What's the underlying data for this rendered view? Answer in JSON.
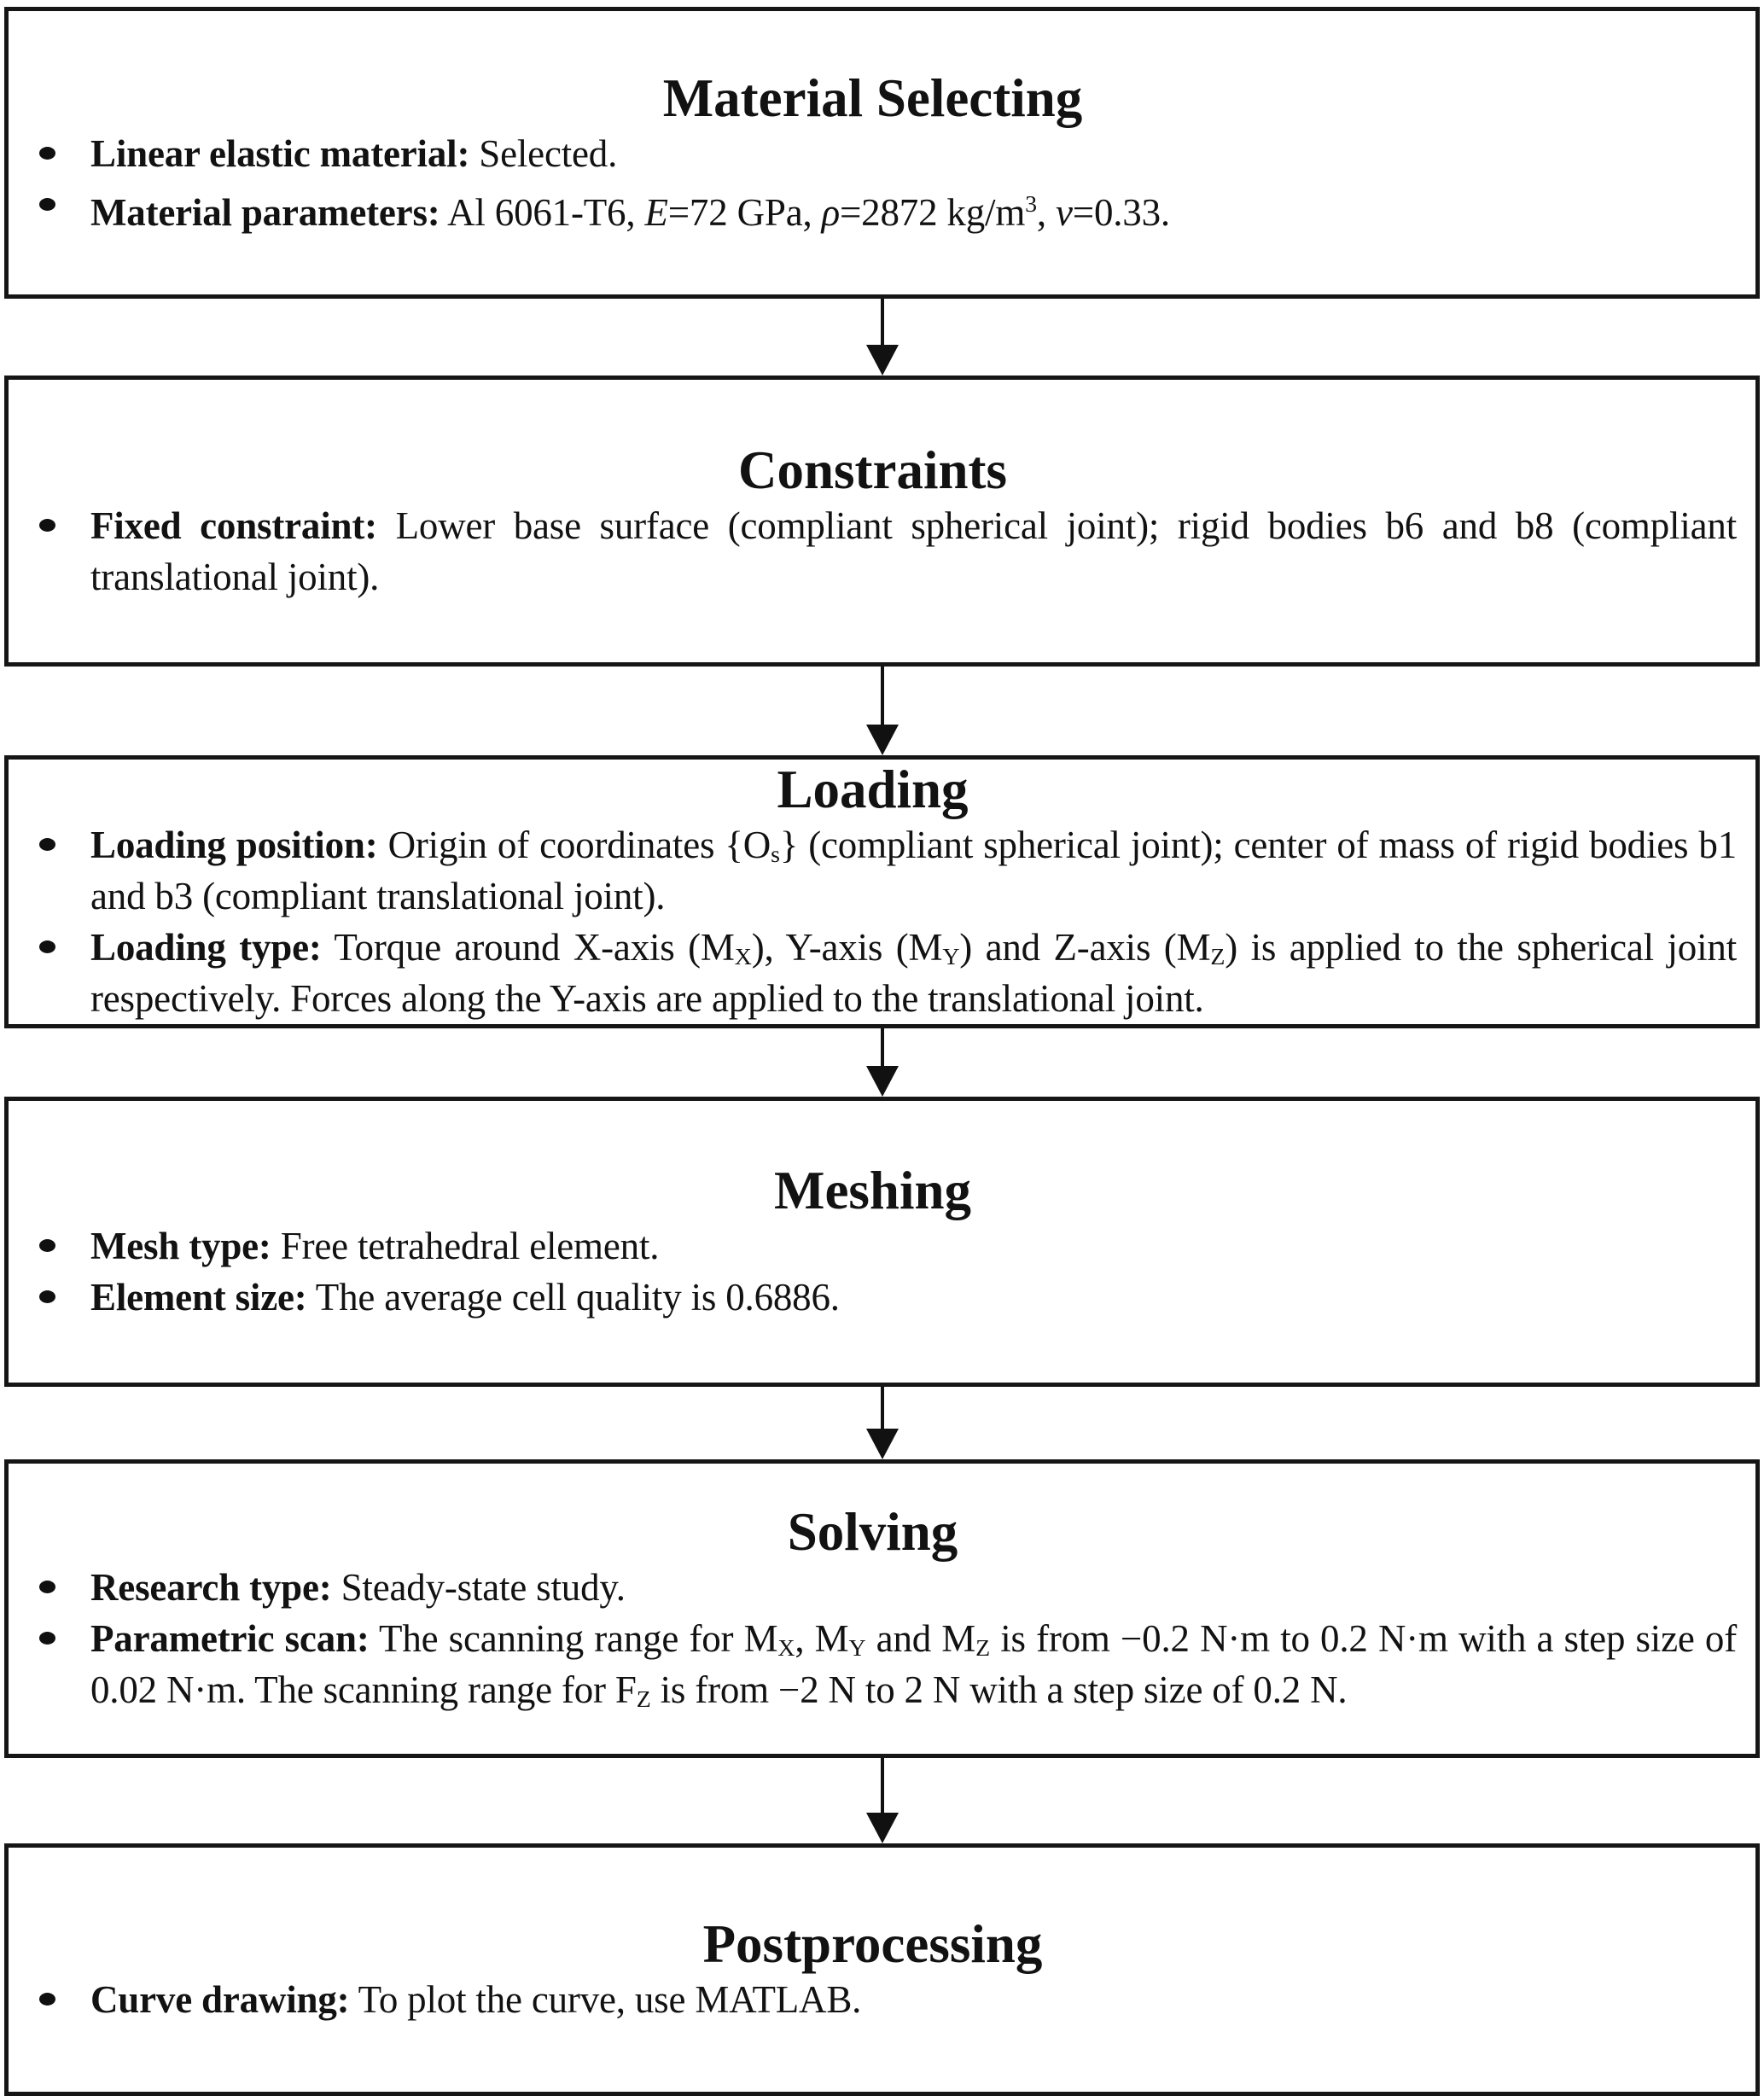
{
  "page": {
    "background": "#ffffff",
    "box_border_color": "#161616",
    "arrow_color": "#111111",
    "text_color": "#121212"
  },
  "flowchart": {
    "boxes": [
      {
        "title": "Material Selecting",
        "bullets": [
          {
            "segments": [
              {
                "t": "Linear elastic material:",
                "bold": true
              },
              {
                "t": " Selected."
              }
            ]
          },
          {
            "segments": [
              {
                "t": "Material parameters:",
                "bold": true
              },
              {
                "t": " Al 6061-T6, "
              },
              {
                "t": "E",
                "italic": true
              },
              {
                "t": "=72 GPa, "
              },
              {
                "t": "ρ",
                "italic": true
              },
              {
                "t": "=2872 kg/m"
              },
              {
                "t": "3",
                "sup": true
              },
              {
                "t": ", "
              },
              {
                "t": "ν",
                "italic": true
              },
              {
                "t": "=0.33."
              }
            ]
          }
        ]
      },
      {
        "title": "Constraints",
        "bullets": [
          {
            "segments": [
              {
                "t": "Fixed constraint:",
                "bold": true
              },
              {
                "t": " Lower base surface (compliant spherical joint); rigid bodies b6 and b8 (compliant translational joint)."
              }
            ]
          }
        ]
      },
      {
        "title": "Loading",
        "bullets": [
          {
            "segments": [
              {
                "t": "Loading position:",
                "bold": true
              },
              {
                "t": " Origin of coordinates {O"
              },
              {
                "t": "s",
                "sub": true
              },
              {
                "t": "} (compliant spherical joint); center of mass of rigid bodies b1 and b3 (compliant translational joint)."
              }
            ]
          },
          {
            "segments": [
              {
                "t": "Loading type:",
                "bold": true
              },
              {
                "t": " Torque around X-axis (M"
              },
              {
                "t": "X",
                "sub": true
              },
              {
                "t": "), Y-axis (M"
              },
              {
                "t": "Y",
                "sub": true
              },
              {
                "t": ") and Z-axis (M"
              },
              {
                "t": "Z",
                "sub": true
              },
              {
                "t": ") is applied to the spherical joint respectively. Forces along the Y-axis are applied to the translational joint."
              }
            ]
          }
        ]
      },
      {
        "title": "Meshing",
        "bullets": [
          {
            "segments": [
              {
                "t": "Mesh type:",
                "bold": true
              },
              {
                "t": " Free tetrahedral element."
              }
            ]
          },
          {
            "segments": [
              {
                "t": "Element size:",
                "bold": true
              },
              {
                "t": " The average cell quality is 0.6886."
              }
            ]
          }
        ]
      },
      {
        "title": "Solving",
        "bullets": [
          {
            "segments": [
              {
                "t": "Research type:",
                "bold": true
              },
              {
                "t": " Steady-state study."
              }
            ]
          },
          {
            "segments": [
              {
                "t": "Parametric scan:",
                "bold": true
              },
              {
                "t": " The scanning range for M"
              },
              {
                "t": "X",
                "sub": true
              },
              {
                "t": ", M"
              },
              {
                "t": "Y",
                "sub": true
              },
              {
                "t": " and M"
              },
              {
                "t": "Z",
                "sub": true
              },
              {
                "t": " is from −0.2 N·m to 0.2 N·m with a step size of 0.02 N·m. The scanning range for F"
              },
              {
                "t": "Z",
                "sub": true
              },
              {
                "t": " is from −2 N to 2 N with a step size of 0.2 N."
              }
            ]
          }
        ]
      },
      {
        "title": "Postprocessing",
        "bullets": [
          {
            "segments": [
              {
                "t": "Curve drawing:",
                "bold": true
              },
              {
                "t": " To plot the curve, use MATLAB."
              }
            ]
          }
        ]
      }
    ]
  }
}
